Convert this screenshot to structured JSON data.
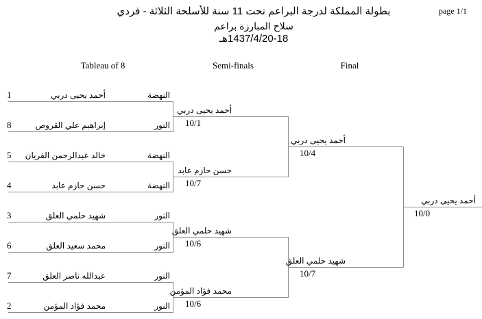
{
  "header": {
    "page_label": "page 1/1",
    "title": "بطولة المملكة لدرجة البراعم تحت 11 سنة للأسلحة الثلاثة - فردي",
    "subtitle": "سلاح المبارزة براعم",
    "date": "1437/4/20-18هـ"
  },
  "columns": [
    "Tableau of 8",
    "Semi-finals",
    "Final"
  ],
  "tableau": [
    {
      "seed": "1",
      "name": "أحمد يحيى دربي",
      "club": "النهضة"
    },
    {
      "seed": "8",
      "name": "إبراهيم علي القروص",
      "club": "النور"
    },
    {
      "seed": "5",
      "name": "خالد عبدالرحمن الفريان",
      "club": "النهضة"
    },
    {
      "seed": "4",
      "name": "حسن حازم عابد",
      "club": "النهضة"
    },
    {
      "seed": "3",
      "name": "شهيد حلمي العلق",
      "club": "النور"
    },
    {
      "seed": "6",
      "name": "محمد سعيد العلق",
      "club": "النور"
    },
    {
      "seed": "7",
      "name": "عبدالله ناصر العلق",
      "club": "النور"
    },
    {
      "seed": "2",
      "name": "محمد فؤاد المؤمن",
      "club": "النور"
    }
  ],
  "semis": [
    {
      "name": "أحمد يحيى دربي",
      "score": "10/1"
    },
    {
      "name": "حسن حازم عابد",
      "score": "10/7"
    },
    {
      "name": "شهيد حلمي العلق",
      "score": "10/6"
    },
    {
      "name": "محمد فؤاد المؤمن",
      "score": "10/6"
    }
  ],
  "finals": [
    {
      "name": "أحمد يحيى دربي",
      "score": "10/4"
    },
    {
      "name": "شهيد حلمي العلق",
      "score": "10/7"
    }
  ],
  "winner": {
    "name": "أحمد يحيى دربي",
    "score": "10/0"
  }
}
